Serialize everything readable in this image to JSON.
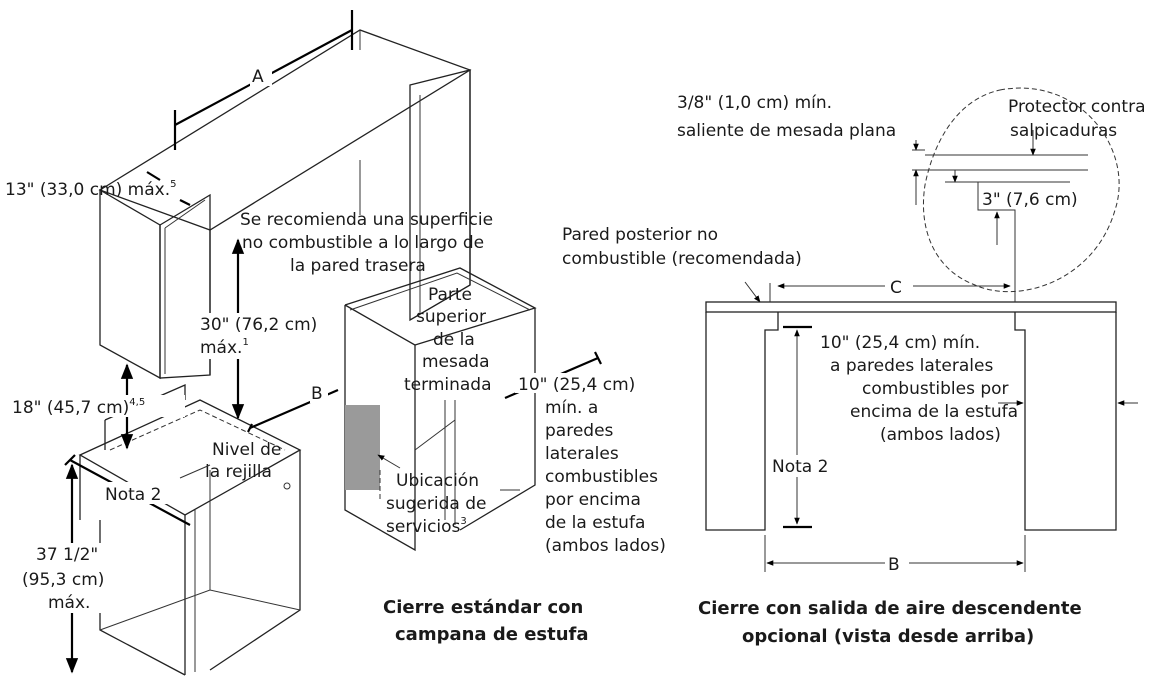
{
  "labels": {
    "a": "A",
    "b_left": "B",
    "max13": "13\" (33,0 cm) máx.",
    "max13_sup": "5",
    "surface_line1": "Se recomienda una superficie",
    "surface_line2": "no combustible a lo largo de",
    "surface_line3": "la pared trasera",
    "d30_line1": "30\" (76,2 cm)",
    "d30_line2": "máx.",
    "d30_sup": "1",
    "d18": "18\" (45,7 cm)",
    "d18_sup": "4,5",
    "grate_line1": "Nivel de",
    "grate_line2": "la rejilla",
    "note2_left": "Nota 2",
    "d375_line1": "37 1/2\"",
    "d375_line2": "(95,3 cm)",
    "d375_line3": "máx.",
    "counter_line1": "Parte",
    "counter_line2": "superior",
    "counter_line3": "de la",
    "counter_line4": "mesada",
    "counter_line5": "terminada",
    "side_line1": "10\" (25,4 cm)",
    "side_line2": "mín. a",
    "side_line3": "paredes",
    "side_line4": "laterales",
    "side_line5": "combustibles",
    "side_line6": "por encima",
    "side_line7": "de la estufa",
    "side_line8": "(ambos lados)",
    "util_line1": "Ubicación",
    "util_line2": "sugerida de",
    "util_line3": "servicios",
    "util_sup": "3",
    "caption_left_line1": "Cierre estándar con",
    "caption_left_line2": "campana de estufa",
    "flat_line1": "3/8\" (1,0 cm) mín.",
    "flat_line2": "saliente de mesada plana",
    "splash_line1": "Protector contra",
    "splash_line2": "salpicaduras",
    "d3": "3\" (7,6 cm)",
    "rear_line1": "Pared posterior no",
    "rear_line2": "combustible (recomendada)",
    "c": "C",
    "right_side_line1": "10\" (25,4 cm) mín.",
    "right_side_line2": "a paredes laterales",
    "right_side_line3": "combustibles por",
    "right_side_line4": "encima de la estufa",
    "right_side_line5": "(ambos lados)",
    "note2_right": "Nota 2",
    "b_right": "B",
    "caption_right_line1": "Cierre con salida de aire descendente",
    "caption_right_line2": "opcional (vista desde arriba)"
  }
}
